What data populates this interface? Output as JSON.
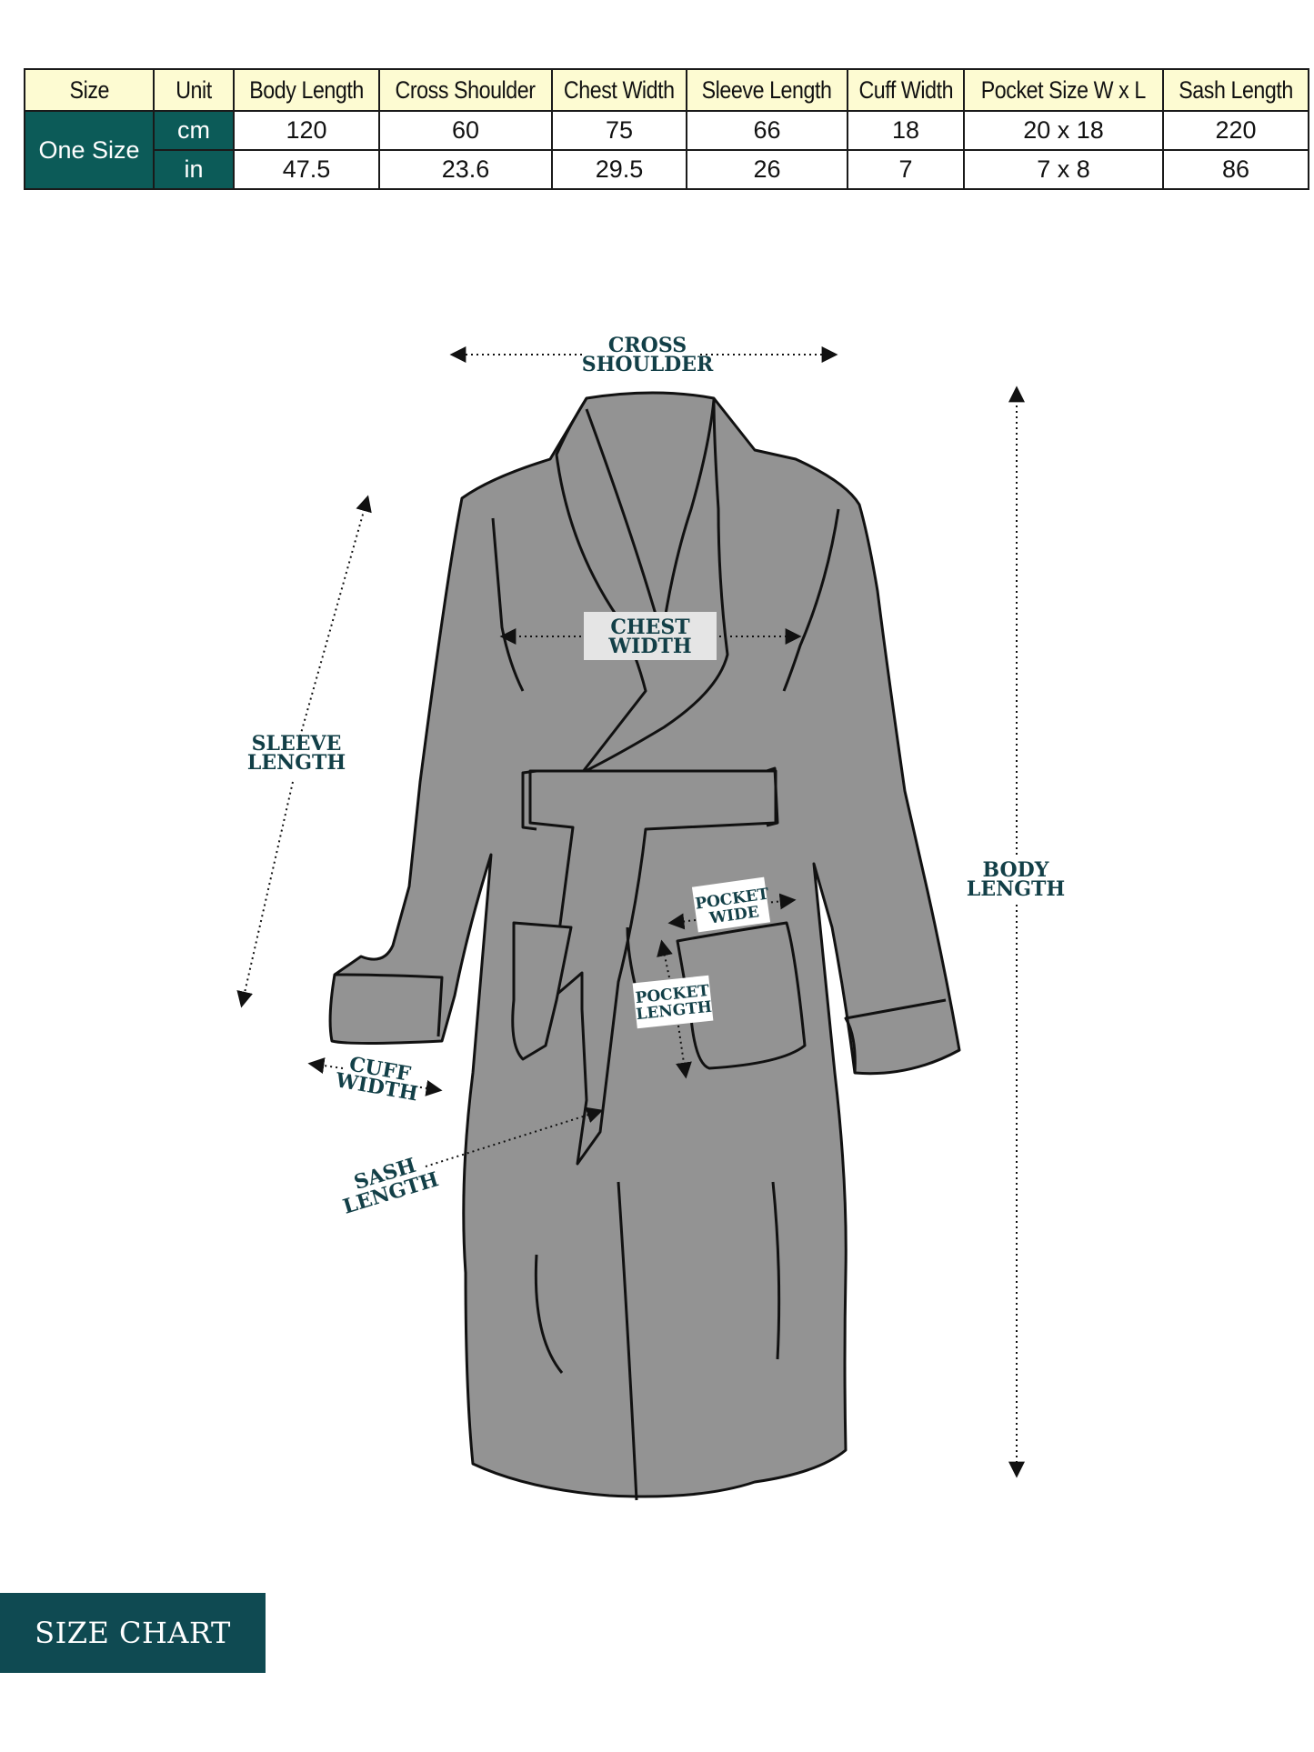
{
  "table": {
    "headers": [
      "Size",
      "Unit",
      "Body Length",
      "Cross Shoulder",
      "Chest Width",
      "Sleeve Length",
      "Cuff Width",
      "Pocket Size W x L",
      "Sash Length"
    ],
    "size_label": "One Size",
    "rows": [
      {
        "unit": "cm",
        "values": [
          "120",
          "60",
          "75",
          "66",
          "18",
          "20 x 18",
          "220"
        ]
      },
      {
        "unit": "in",
        "values": [
          "47.5",
          "23.6",
          "29.5",
          "26",
          "7",
          "7 x 8",
          "86"
        ]
      }
    ]
  },
  "labels": {
    "cross_shoulder": [
      "CROSS",
      "SHOULDER"
    ],
    "chest_width": [
      "CHEST",
      "WIDTH"
    ],
    "sleeve_length": [
      "SLEEVE",
      "LENGTH"
    ],
    "body_length": [
      "BODY",
      "LENGTH"
    ],
    "pocket_wide": [
      "POCKET",
      "WIDE"
    ],
    "pocket_length": [
      "POCKET",
      "LENGTH"
    ],
    "cuff_width": [
      "CUFF",
      "WIDTH"
    ],
    "sash_length": [
      "SASH",
      "LENGTH"
    ]
  },
  "badge": "SIZE CHART",
  "colors": {
    "header_bg": "#fdfbd2",
    "size_cell_bg": "#0c5b58",
    "robe_fill": "#939393",
    "label_text": "#123f47",
    "badge_bg": "#0f4a52"
  }
}
